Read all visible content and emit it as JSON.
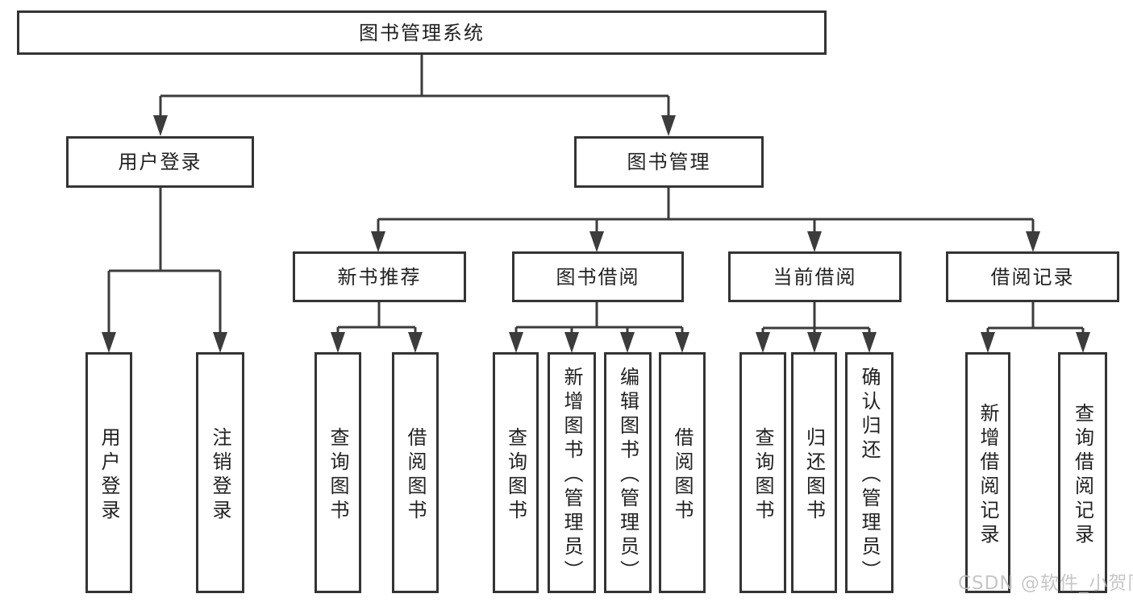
{
  "colors": {
    "line": "#3c3c3c",
    "box_border": "#343434",
    "box_fill": "#ffffff",
    "text": "#212121",
    "watermark": "#bdbdbd",
    "background": "#ffffff"
  },
  "tree": {
    "root": {
      "label": "图书管理系统"
    },
    "branches": [
      {
        "label": "用户登录",
        "children": [
          {
            "label": "用户登录"
          },
          {
            "label": "注销登录"
          }
        ]
      },
      {
        "label": "图书管理",
        "children": [
          {
            "label": "新书推荐",
            "children": [
              {
                "label": "查询图书"
              },
              {
                "label": "借阅图书"
              }
            ]
          },
          {
            "label": "图书借阅",
            "children": [
              {
                "label": "查询图书"
              },
              {
                "label": "新增图书（管理员）"
              },
              {
                "label": "编辑图书（管理员）"
              },
              {
                "label": "借阅图书"
              }
            ]
          },
          {
            "label": "当前借阅",
            "children": [
              {
                "label": "查询图书"
              },
              {
                "label": "归还图书"
              },
              {
                "label": "确认归还（管理员）"
              }
            ]
          },
          {
            "label": "借阅记录",
            "children": [
              {
                "label": "新增借阅记录"
              },
              {
                "label": "查询借阅记录"
              }
            ]
          }
        ]
      }
    ]
  },
  "watermark": {
    "text": "CSDN @软件_小贺同学"
  }
}
